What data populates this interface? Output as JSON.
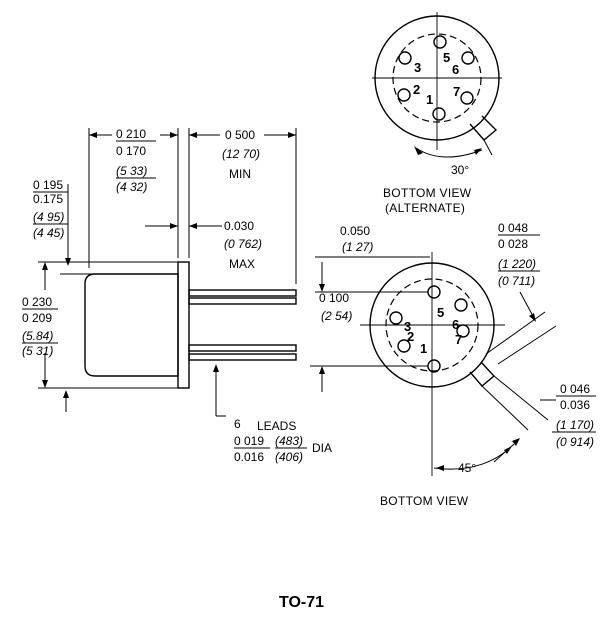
{
  "top_dims": {
    "a_num": "0 210",
    "a_den": "0 170",
    "a_mm1": "(5 33)",
    "a_mm2": "(4 32)",
    "len": "0 500",
    "len_mm": "(12 70)",
    "len_min": "MIN"
  },
  "left_dims": {
    "h_num": "0 195",
    "h_den": "0.175",
    "h_mm1": "(4 95)",
    "h_mm2": "(4 45)",
    "flange": "0.030",
    "flange_mm": "(0 762)",
    "flange_max": "MAX",
    "d_num": "0 230",
    "d_den": "0 209",
    "d_mm1": "(5.84)",
    "d_mm2": "(5 31)"
  },
  "leads": {
    "count": "6",
    "label": "LEADS",
    "in_num": "0 019",
    "in_den": "0.016",
    "mm_num": "(483)",
    "mm_den": "(406)",
    "dia": "DIA"
  },
  "alt_view": {
    "caption1": "BOTTOM VIEW",
    "caption2": "(ALTERNATE)",
    "angle": "30°",
    "pins": [
      "3",
      "5",
      "6",
      "2",
      "1",
      "7"
    ]
  },
  "bottom_view": {
    "caption": "BOTTOM VIEW",
    "angle": "45°",
    "pitch": "0 100",
    "pitch_mm": "(2 54)",
    "off": "0.050",
    "off_mm": "(1 27)",
    "tab_w_num": "0 048",
    "tab_w_den": "0 028",
    "tab_w_mm1": "(1 220)",
    "tab_w_mm2": "(0 711)",
    "tab_l_num": "0 046",
    "tab_l_den": "0.036",
    "tab_l_mm1": "(1 170)",
    "tab_l_mm2": "(0 914)",
    "pins": [
      "5",
      "3",
      "6",
      "2",
      "7",
      "1"
    ]
  },
  "package": "TO-71"
}
